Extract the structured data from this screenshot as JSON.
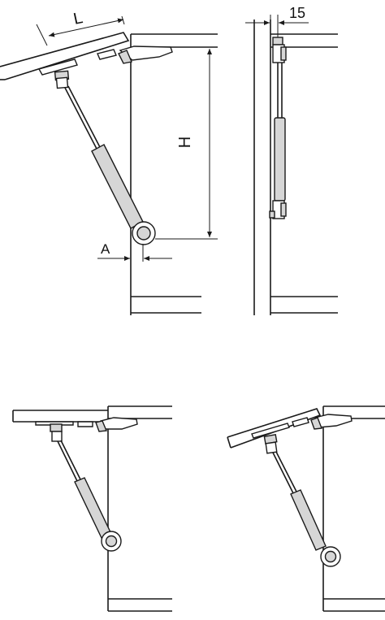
{
  "labels": {
    "length": "L",
    "height": "H",
    "offset": "A",
    "clearance": "15"
  },
  "colors": {
    "line": "#1a1a1a",
    "fill": "#d6d6d6",
    "background": "#ffffff"
  }
}
